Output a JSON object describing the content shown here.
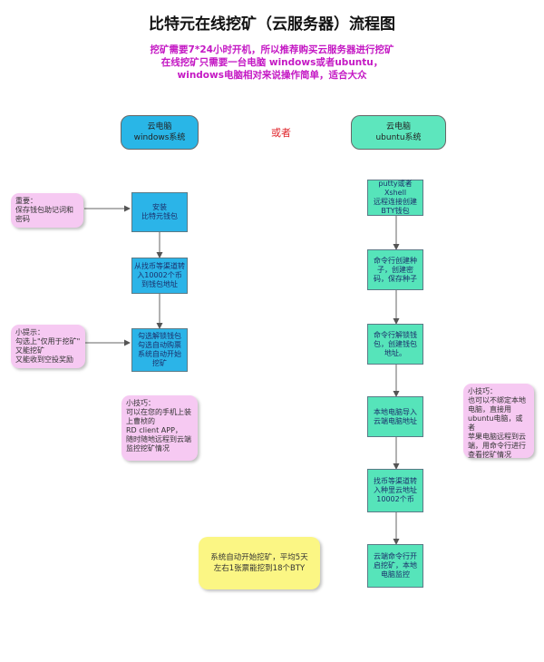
{
  "title": "比特元在线挖矿（云服务器）流程图",
  "subtitle": [
    "挖矿需要7*24小时开机，所以推荐购买云服务器进行挖矿",
    "在线挖矿只需要一台电脑 windows或者ubuntu，",
    "windows电脑相对来说操作简单，适合大众"
  ],
  "or_label": "或者",
  "left_header": {
    "line1": "云电脑",
    "line2": "windows系统"
  },
  "right_header": {
    "line1": "云电脑",
    "line2": "ubuntu系统"
  },
  "left_steps": [
    [
      "安装",
      "比特元钱包"
    ],
    [
      "从找币等渠道转",
      "入10002个币",
      "到钱包地址"
    ],
    [
      "勾选解锁钱包",
      "勾选自动购票",
      "系统自动开始",
      "挖矿"
    ]
  ],
  "right_steps": [
    [
      "putty或者Xshell",
      "远程连接创建",
      "BTY钱包"
    ],
    [
      "命令行创建种",
      "子，创建密",
      "码，保存种子"
    ],
    [
      "命令行解锁钱",
      "包，创建钱包",
      "地址。"
    ],
    [
      "本地电脑导入",
      "云端电脑地址"
    ],
    [
      "找币等渠道转",
      "入种里云地址",
      "10002个币"
    ],
    [
      "云端命令行开",
      "启挖矿，本地",
      "电脑监控"
    ]
  ],
  "notes": {
    "important": [
      "重要：",
      "保存钱包助记词和",
      "密码"
    ],
    "tip_small": [
      "小提示：",
      "勾选上\"仅用于挖矿\"",
      "又能挖矿",
      "又能收到空投奖励"
    ],
    "tip_windows": [
      "小技巧：",
      "可以在您的手机上装",
      "上曹桢的",
      "RD client APP，",
      "随时随地远程到云端",
      "监控挖矿情况"
    ],
    "tip_ubuntu": [
      "小技巧：",
      "也可以不绑定本地",
      "电脑，直接用",
      "ubuntu电脑，或者",
      "苹果电脑远程到云",
      "端，用命令行进行",
      "查看挖矿情况"
    ],
    "result": [
      "系统自动开始挖矿，平均5天",
      "左右1张票能挖到18个BTY"
    ]
  },
  "colors": {
    "title": "#111111",
    "subtitle": "#c418c4",
    "blue": "#29b6e7",
    "green": "#5de6bd",
    "pink_note": "#f6c9f2",
    "yellow_note": "#fbf684",
    "or_label": "#e0262c"
  }
}
